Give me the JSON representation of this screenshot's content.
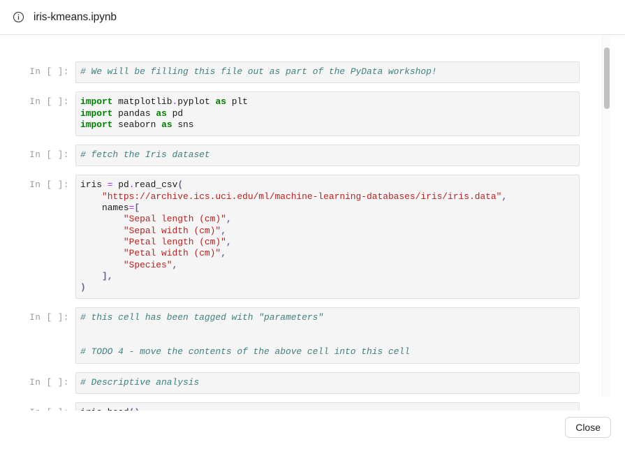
{
  "window": {
    "title": "iris-kmeans.ipynb",
    "info_icon": "info-circle-icon"
  },
  "footer": {
    "close_label": "Close"
  },
  "colors": {
    "comment": "#408080",
    "keyword": "#008000",
    "string": "#ba2121",
    "operator": "#aa22ff",
    "punctuation": "#666699",
    "cell_background": "#f5f5f5",
    "cell_border": "#e0e0e0",
    "prompt": "#999999",
    "scrollbar_thumb": "#c1c1c1"
  },
  "notebook": {
    "cells": [
      {
        "prompt": "In [ ]:",
        "source": "# We will be filling this file out as part of the PyData workshop!"
      },
      {
        "prompt": "In [ ]:",
        "source": "import matplotlib.pyplot as plt\nimport pandas as pd\nimport seaborn as sns"
      },
      {
        "prompt": "In [ ]:",
        "source": "# fetch the Iris dataset"
      },
      {
        "prompt": "In [ ]:",
        "source": "iris = pd.read_csv(\n    \"https://archive.ics.uci.edu/ml/machine-learning-databases/iris/iris.data\",\n    names=[\n        \"Sepal length (cm)\",\n        \"Sepal width (cm)\",\n        \"Petal length (cm)\",\n        \"Petal width (cm)\",\n        \"Species\",\n    ],\n)"
      },
      {
        "prompt": "In [ ]:",
        "source": "# this cell has been tagged with \"parameters\"\n\n# TODO 4 - move the contents of the above cell into this cell"
      },
      {
        "prompt": "In [ ]:",
        "source": "# Descriptive analysis"
      },
      {
        "prompt": "In [ ]:",
        "source": "iris.head()"
      }
    ]
  }
}
